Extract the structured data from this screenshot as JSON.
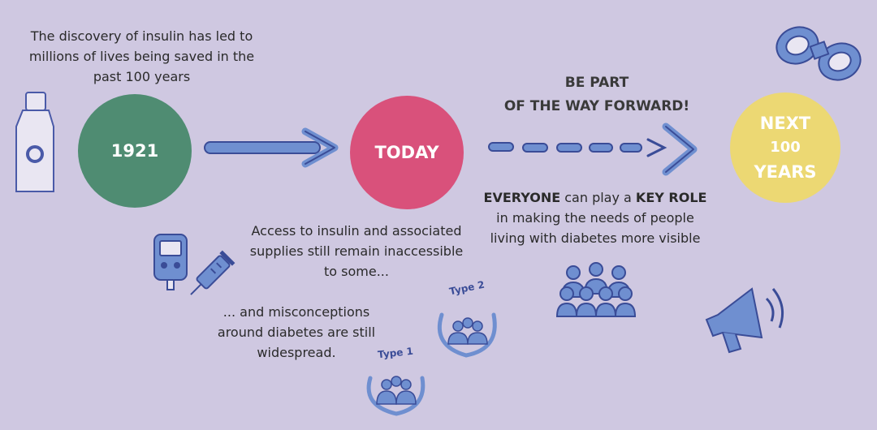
{
  "colors": {
    "background": "#cfc8e1",
    "green": "#4f8c72",
    "pink": "#d9517b",
    "yellow": "#ecd873",
    "blue": "#6f8fd0",
    "outline": "#3a4c97"
  },
  "intro_text": "The discovery of insulin has led to millions of lives being saved in the past 100 years",
  "milestones": {
    "past": "1921",
    "present": "TODAY",
    "future_line1": "NEXT",
    "future_line2": "100",
    "future_line3": "YEARS"
  },
  "call_to_action": {
    "line1": "BE PART",
    "line2": "OF THE WAY FORWARD!"
  },
  "everyone_text": {
    "bold1": "EVERYONE",
    "mid": " can play a ",
    "bold2": "KEY ROLE",
    "rest": "in making the needs of people living with diabetes more visible"
  },
  "access_text": "Access to insulin and associated supplies still remain inaccessible to some...",
  "misconceptions_text": "... and misconceptions around diabetes are still widespread.",
  "badges": {
    "type2": "Type 2",
    "type1": "Type 1"
  },
  "icons": [
    "insulin-vial-icon",
    "binoculars-icon",
    "glucose-meter-icon",
    "syringe-icon",
    "community-group-icon",
    "megaphone-icon"
  ]
}
